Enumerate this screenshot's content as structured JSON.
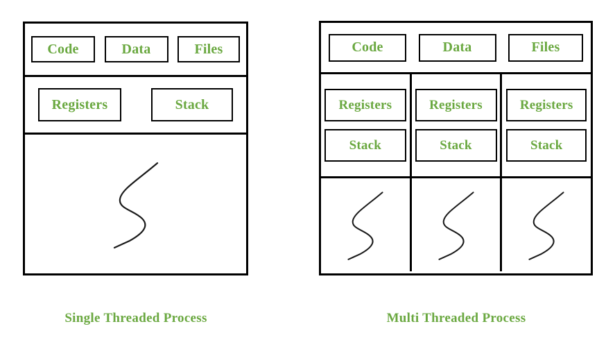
{
  "theme": {
    "label_color": "#6aa840",
    "line_color": "#000000",
    "background": "#ffffff"
  },
  "diagrams": [
    {
      "id": "single-threaded",
      "caption": "Single Threaded Process",
      "resources": [
        {
          "label": "Code"
        },
        {
          "label": "Data"
        },
        {
          "label": "Files"
        }
      ],
      "thread_state": [
        {
          "label": "Registers"
        },
        {
          "label": "Stack"
        }
      ],
      "threads": [
        {
          "name": "thread-squiggle-icon"
        }
      ]
    },
    {
      "id": "multi-threaded",
      "caption": "Multi Threaded Process",
      "resources": [
        {
          "label": "Code"
        },
        {
          "label": "Data"
        },
        {
          "label": "Files"
        }
      ],
      "columns": [
        {
          "registers": "Registers",
          "stack": "Stack",
          "thread": "thread-squiggle-icon"
        },
        {
          "registers": "Registers",
          "stack": "Stack",
          "thread": "thread-squiggle-icon"
        },
        {
          "registers": "Registers",
          "stack": "Stack",
          "thread": "thread-squiggle-icon"
        }
      ]
    }
  ]
}
